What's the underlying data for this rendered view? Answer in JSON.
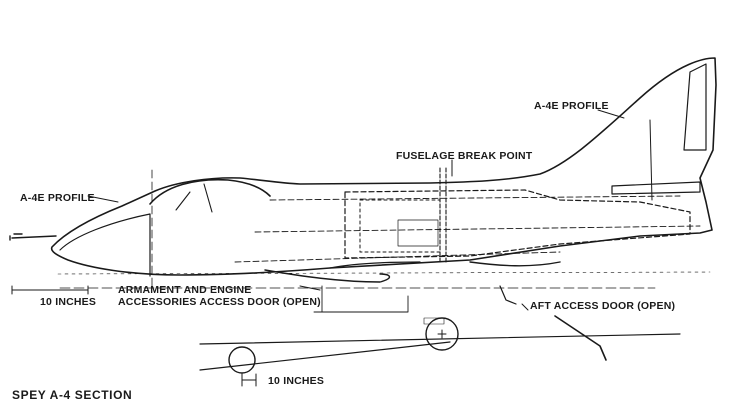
{
  "labels": {
    "a4e_profile_tail": "A-4E PROFILE",
    "a4e_profile_nose": "A-4E PROFILE",
    "fuselage_break_point": "FUSELAGE BREAK POINT",
    "armament_line1": "ARMAMENT AND ENGINE",
    "armament_line2": "ACCESSORIES ACCESS DOOR (OPEN)",
    "aft_access_door": "AFT ACCESS DOOR (OPEN)",
    "ten_inches_nose": "10 INCHES",
    "ten_inches_wheel": "10 INCHES",
    "title": "SPEY A-4 SECTION"
  },
  "colors": {
    "ink": "#1a1a1a",
    "paper": "#ffffff"
  }
}
